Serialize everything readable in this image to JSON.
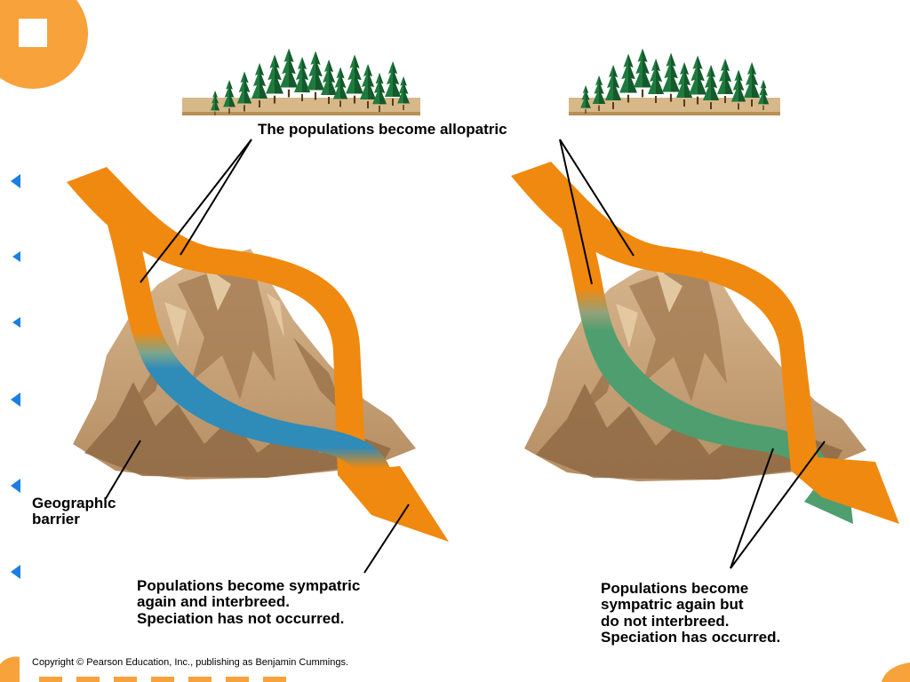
{
  "colors": {
    "accent_orange": "#f7a23a",
    "arrow_orange": "#f0890f",
    "blue_population": "#2f8bb8",
    "green_population": "#4f9e70",
    "mountain_tan": "#c9a37a",
    "mountain_shadow": "#8e6a44",
    "tree_green": "#1f7a3e",
    "bullet_blue": "#1a7fe0"
  },
  "icons": {
    "corner_button": "square-icon",
    "bullets": "bullet-arrow-icon"
  },
  "labels": {
    "allopatric": "The populations become allopatric",
    "geographic_barrier": "Geographic\nbarrier",
    "left_outcome": "Populations become sympatric\nagain and interbreed.\nSpeciation has not occurred.",
    "right_outcome": "Populations become\nsympatric again but\ndo not interbreed.\nSpeciation has occurred."
  },
  "footer": {
    "copyright": "Copyright © Pearson Education, Inc., publishing as Benjamin Cummings."
  }
}
